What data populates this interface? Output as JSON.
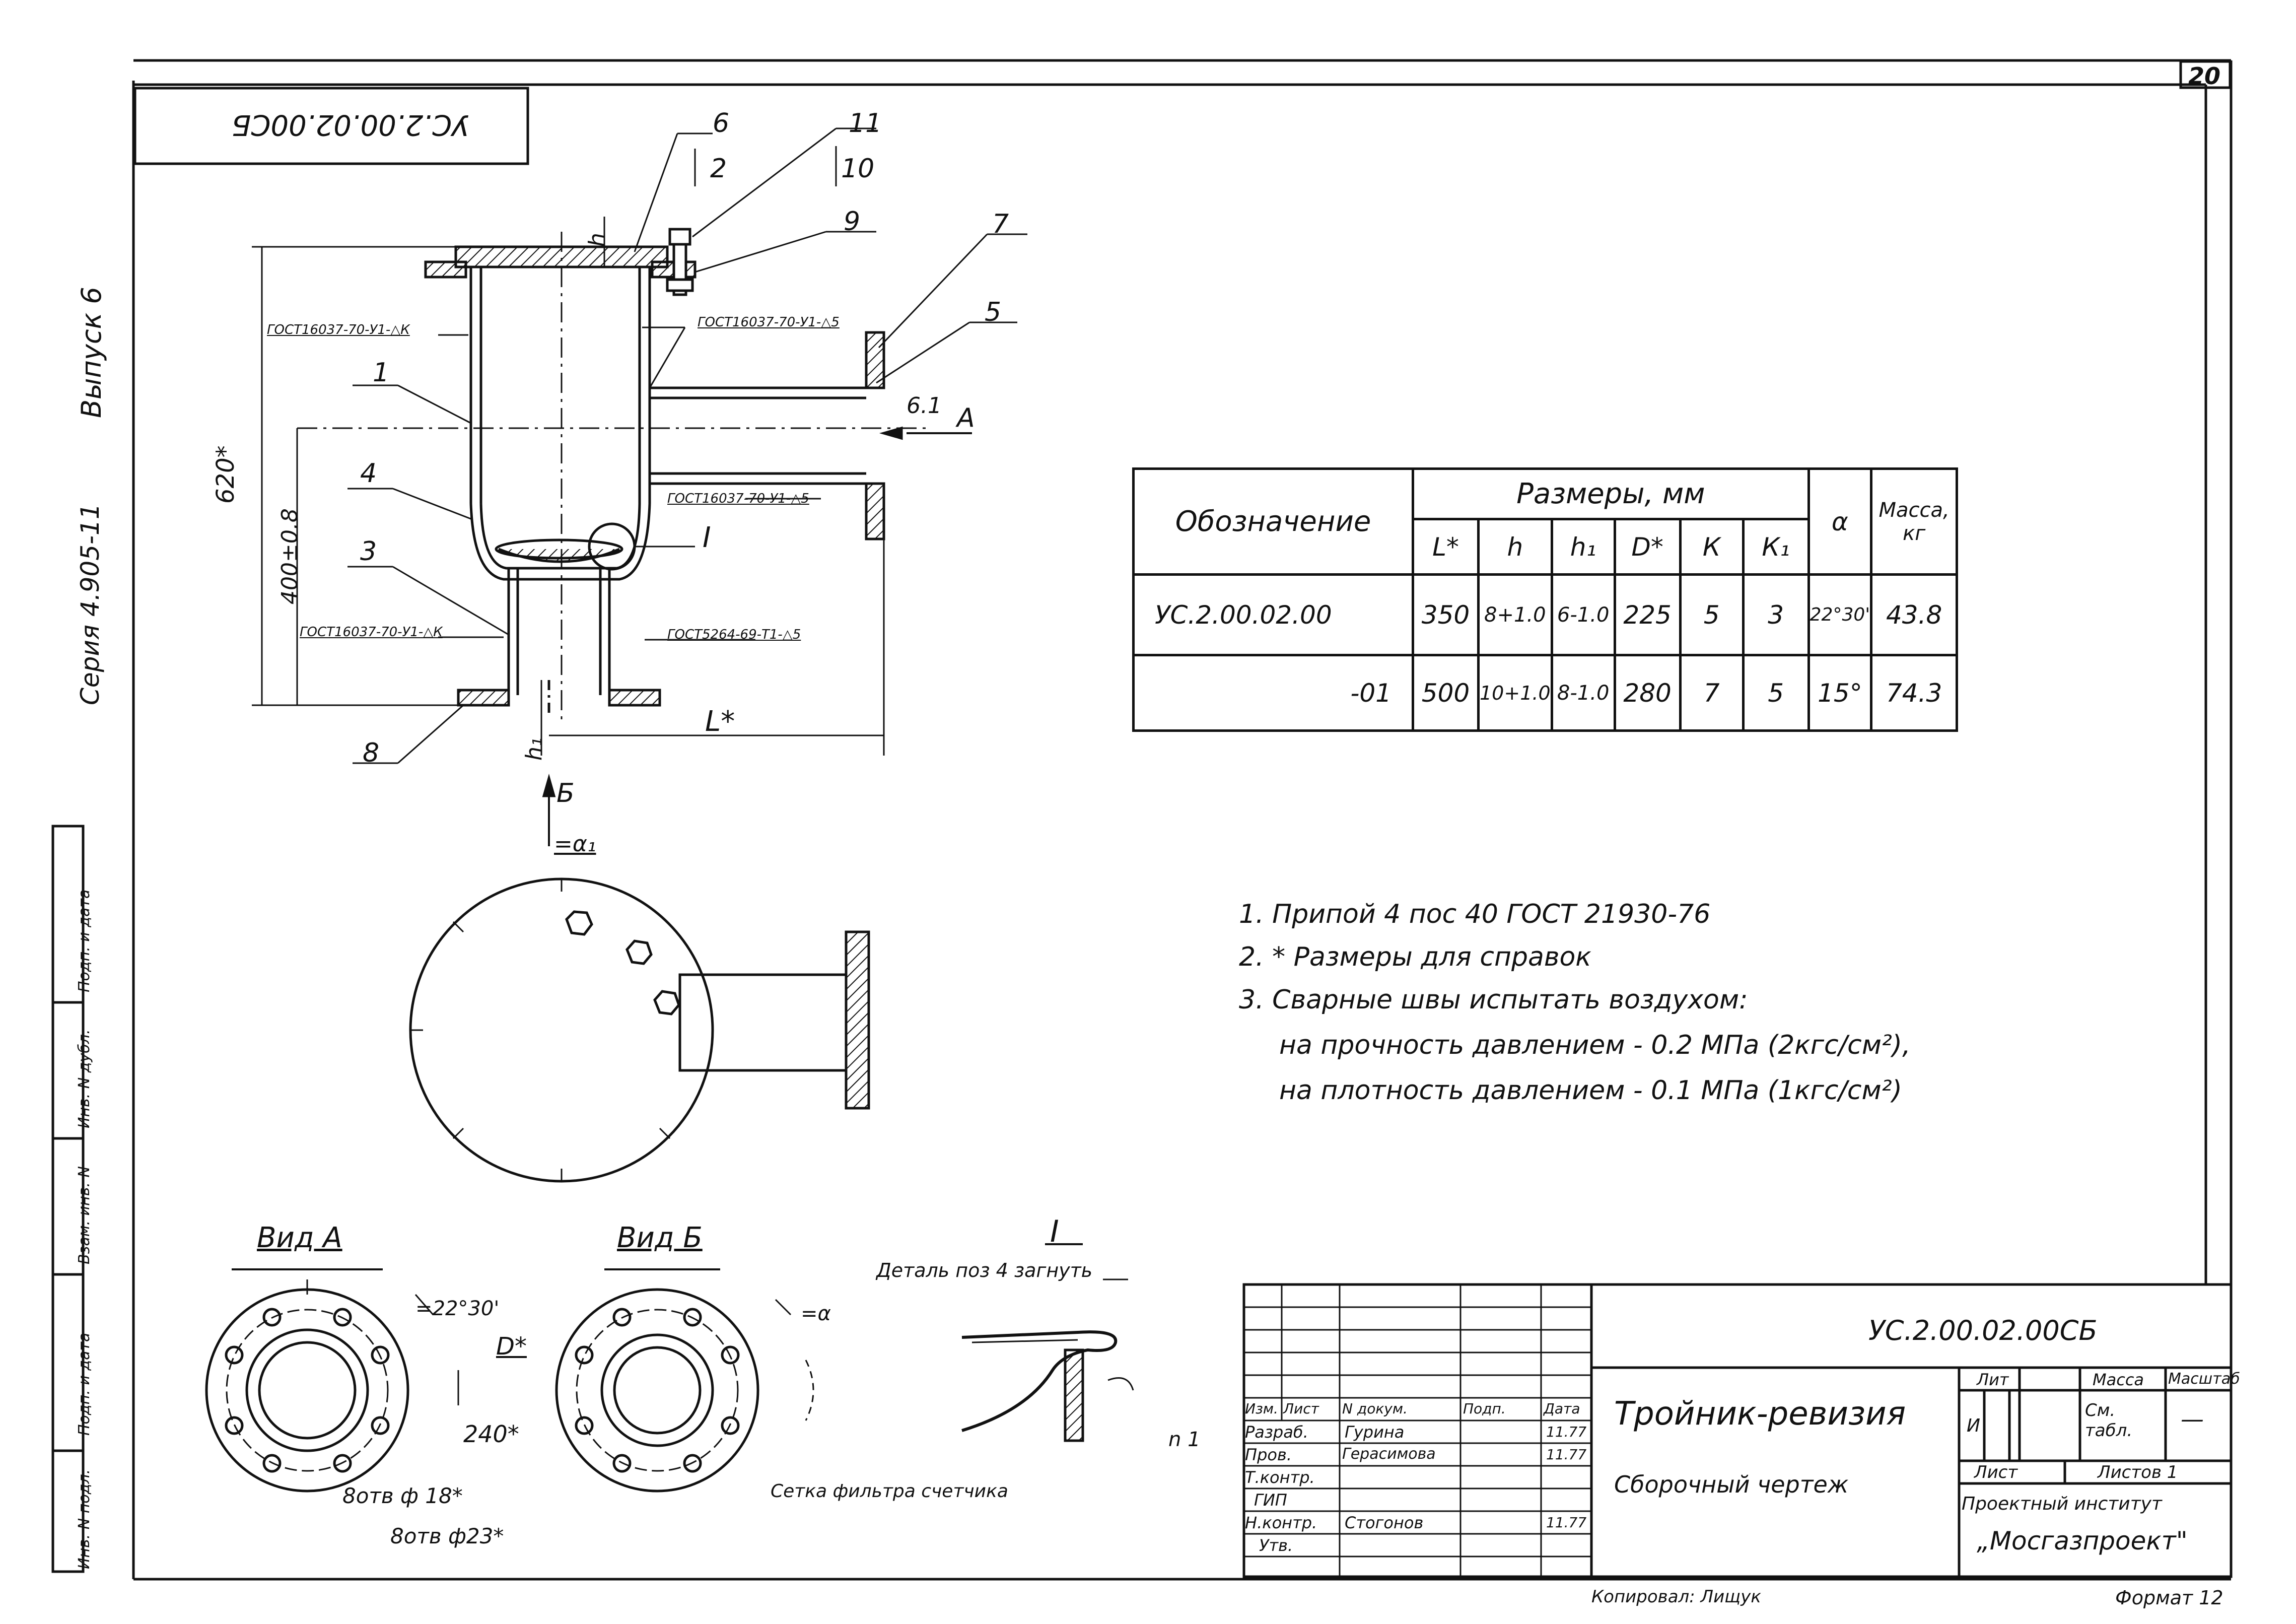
{
  "sheet": {
    "sheet_number": "20",
    "rotated_code": "УС.2.00.02.00СБ",
    "series_label": "Серия 4.905-11",
    "issue_label": "Выпуск 6"
  },
  "side_stamp": [
    "Инв. N подл.",
    "Подп. и дата",
    "Взам. инв. N",
    "Инв. N дубл.",
    "Подп. и дата"
  ],
  "callouts": {
    "c1": "1",
    "c2": "2",
    "c3": "3",
    "c4": "4",
    "c5": "5",
    "c6": "6",
    "c7": "7",
    "c8": "8",
    "c9": "9",
    "c10": "10",
    "c11": "11",
    "detail_marker": "I",
    "view_A_arrow": "A",
    "view_B_arrow": "Б"
  },
  "weld_notes": {
    "w1": "ГОСТ16037-70-У1-△К",
    "w2": "ГОСТ16037-70-У1-△5",
    "w3": "ГОСТ16037-70-У1-△5",
    "w4": "ГОСТ16037-70-У1-△К",
    "w5": "ГОСТ5264-69-Т1-△5"
  },
  "dimensions": {
    "overall_height": "620*",
    "inner_height": "400±0.8",
    "h": "h",
    "h1": "h₁",
    "length": "L*",
    "pipe_offset": "6.1",
    "angle_alpha1": "=α₁",
    "angle_22": "=22°30'",
    "angle_alpha": "=α",
    "diameter_D": "D*",
    "diameter_240": "240*",
    "holes_18": "8отв ф 18*",
    "holes_23": "8отв ф23*"
  },
  "views": {
    "view_a": "Вид А",
    "view_b": "Вид Б",
    "detail_title": "I",
    "detail_note": "Деталь поз 4 загнуть",
    "filter_note": "Сетка фильтра счетчика",
    "scale_marker": "n 1"
  },
  "dims_table": {
    "header_designation": "Обозначение",
    "header_sizes": "Размеры, мм",
    "header_mass": "Масса, кг",
    "columns": [
      "L*",
      "h",
      "h₁",
      "D*",
      "К",
      "К₁",
      "α"
    ],
    "rows": [
      [
        "УС.2.00.02.00",
        "350",
        "8+1.0",
        "6-1.0",
        "225",
        "5",
        "3",
        "22°30'",
        "43.8"
      ],
      [
        "-01",
        "500",
        "10+1.0",
        "8-1.0",
        "280",
        "7",
        "5",
        "15°",
        "74.3"
      ]
    ]
  },
  "notes": [
    "1. Припой 4 пос 40      ГОСТ 21930-76",
    "2. * Размеры для справок",
    "3. Сварные швы испытать воздухом:",
    "на прочность давлением - 0.2 МПа (2кгс/см²),",
    "на плотность давлением - 0.1 МПа (1кгс/см²)"
  ],
  "title_block": {
    "doc_code": "УС.2.00.02.00СБ",
    "title": "Тройник-ревизия",
    "subtitle": "Сборочный чертеж",
    "head_izm": "Изм.",
    "head_list": "Лист",
    "head_ndoc": "N докум.",
    "head_podp": "Подп.",
    "head_data": "Дата",
    "roles": [
      "Разраб.",
      "Пров.",
      "Т.контр.",
      "ГИП",
      "Н.контр.",
      "Утв."
    ],
    "names": [
      "Гурина",
      "Герасимова",
      "",
      "",
      "Стогонов",
      ""
    ],
    "sign_dates": [
      "11.77",
      "11.77",
      "",
      "",
      "11.77",
      ""
    ],
    "lit_label": "Лит",
    "mass_label": "Масса",
    "scale_label": "Масштаб",
    "lit_value": "И",
    "mass_value": "См. табл.",
    "scale_value": "—",
    "sheet_label": "Лист",
    "sheets_label": "Листов 1",
    "org_line1": "Проектный институт",
    "org_line2": "„Мосгазпроект\""
  },
  "footer": {
    "copied_by": "Копировал: Лищук",
    "format": "Формат 12"
  }
}
